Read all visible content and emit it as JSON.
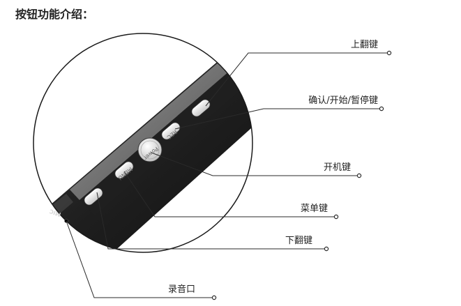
{
  "title": "按钮功能介绍：",
  "labels": {
    "up": "上翻键",
    "confirm": "确认/开始/暂停键",
    "power": "开机键",
    "menu": "菜单键",
    "down": "下翻键",
    "mic": "录音口"
  },
  "device": {
    "rec_text": "REC",
    "power_text": "Power",
    "menu_text": "MENU",
    "mic_text": "MIC"
  }
}
